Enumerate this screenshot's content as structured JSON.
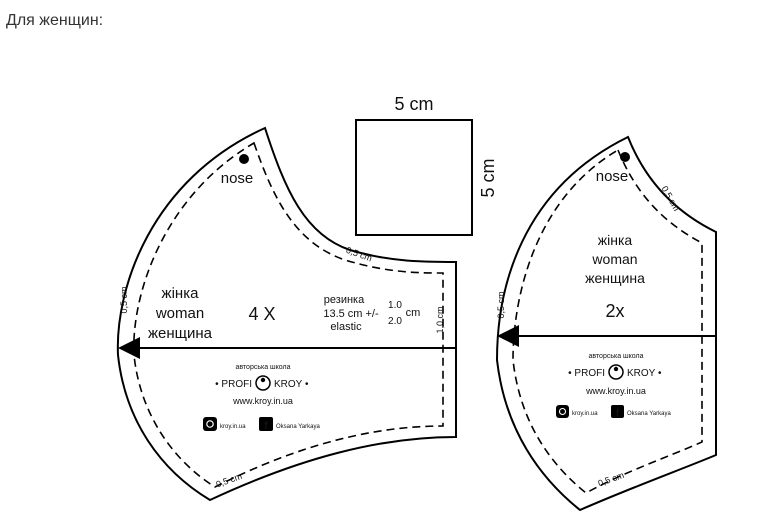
{
  "heading": "Для женщин:",
  "square": {
    "width_label": "5 cm",
    "height_label": "5 cm"
  },
  "left_pattern": {
    "nose": "nose",
    "name_uk": "жінка",
    "name_en": "woman",
    "name_ru": "женщина",
    "count": "4 X",
    "elastic_ru": "резинка",
    "elastic_size": "13.5 cm +/-",
    "elastic_tol_hi": "1.0",
    "elastic_tol_lo": "2.0",
    "elastic_unit": "cm",
    "elastic_en": "elastic",
    "seam_top": "0,5 cm",
    "seam_left": "0,5 cm",
    "seam_right": "1,0 cm",
    "seam_bottom": "0,5 cm",
    "logo_caption": "авторська школа",
    "logo_left": "• PROFI",
    "logo_right": "KROY •",
    "logo_url": "www.kroy.in.ua",
    "social_ig": "kroy.in.ua",
    "social_fb": "Oksana Yarkaya"
  },
  "right_pattern": {
    "nose": "nose",
    "name_uk": "жінка",
    "name_en": "woman",
    "name_ru": "женщина",
    "count": "2x",
    "seam_top": "0,5 cm",
    "seam_left": "0,5 cm",
    "seam_bottom": "0,5 cm",
    "logo_caption": "авторська школа",
    "logo_left": "• PROFI",
    "logo_right": "KROY •",
    "logo_url": "www.kroy.in.ua",
    "social_ig": "kroy.in.ua",
    "social_fb": "Oksana Yarkaya"
  }
}
